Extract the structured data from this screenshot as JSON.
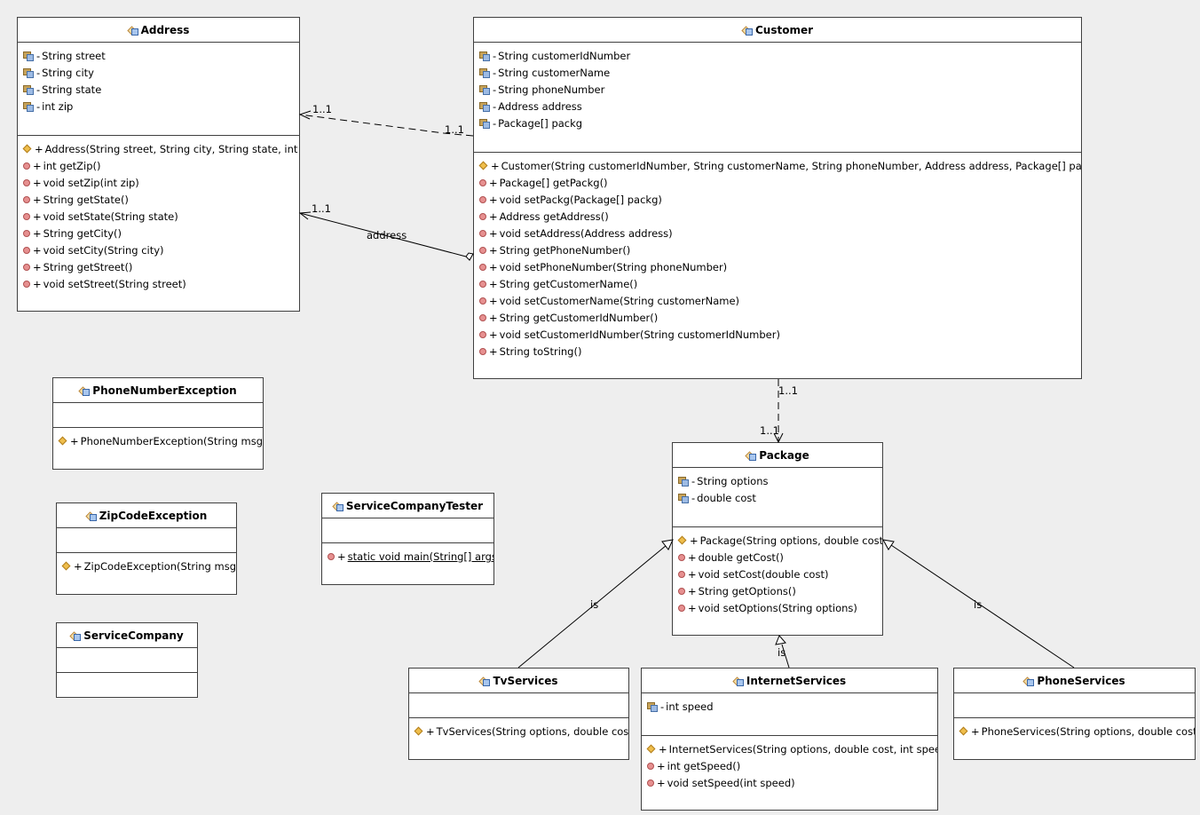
{
  "classes": {
    "address": {
      "name": "Address",
      "fields": [
        {
          "vis": "-",
          "text": "String street"
        },
        {
          "vis": "-",
          "text": "String city"
        },
        {
          "vis": "-",
          "text": "String state"
        },
        {
          "vis": "-",
          "text": "int zip"
        }
      ],
      "methods": [
        {
          "kind": "ctor",
          "vis": "+",
          "text": "Address(String street, String city, String state, int zip)"
        },
        {
          "kind": "method",
          "vis": "+",
          "text": "int getZip()"
        },
        {
          "kind": "method",
          "vis": "+",
          "text": "void setZip(int zip)"
        },
        {
          "kind": "method",
          "vis": "+",
          "text": "String getState()"
        },
        {
          "kind": "method",
          "vis": "+",
          "text": "void setState(String state)"
        },
        {
          "kind": "method",
          "vis": "+",
          "text": "String getCity()"
        },
        {
          "kind": "method",
          "vis": "+",
          "text": "void setCity(String city)"
        },
        {
          "kind": "method",
          "vis": "+",
          "text": "String getStreet()"
        },
        {
          "kind": "method",
          "vis": "+",
          "text": "void setStreet(String street)"
        }
      ]
    },
    "customer": {
      "name": "Customer",
      "fields": [
        {
          "vis": "-",
          "text": "String customerIdNumber"
        },
        {
          "vis": "-",
          "text": "String customerName"
        },
        {
          "vis": "-",
          "text": "String phoneNumber"
        },
        {
          "vis": "-",
          "text": "Address address"
        },
        {
          "vis": "-",
          "text": "Package[] packg"
        }
      ],
      "methods": [
        {
          "kind": "ctor",
          "vis": "+",
          "text": "Customer(String customerIdNumber, String customerName, String phoneNumber, Address address, Package[] packg)"
        },
        {
          "kind": "method",
          "vis": "+",
          "text": "Package[] getPackg()"
        },
        {
          "kind": "method",
          "vis": "+",
          "text": "void setPackg(Package[] packg)"
        },
        {
          "kind": "method",
          "vis": "+",
          "text": "Address getAddress()"
        },
        {
          "kind": "method",
          "vis": "+",
          "text": "void setAddress(Address address)"
        },
        {
          "kind": "method",
          "vis": "+",
          "text": "String getPhoneNumber()"
        },
        {
          "kind": "method",
          "vis": "+",
          "text": "void setPhoneNumber(String phoneNumber)"
        },
        {
          "kind": "method",
          "vis": "+",
          "text": "String getCustomerName()"
        },
        {
          "kind": "method",
          "vis": "+",
          "text": "void setCustomerName(String customerName)"
        },
        {
          "kind": "method",
          "vis": "+",
          "text": "String getCustomerIdNumber()"
        },
        {
          "kind": "method",
          "vis": "+",
          "text": "void setCustomerIdNumber(String customerIdNumber)"
        },
        {
          "kind": "method",
          "vis": "+",
          "text": "String toString()"
        }
      ]
    },
    "phone_number_exception": {
      "name": "PhoneNumberException",
      "fields": [],
      "methods": [
        {
          "kind": "ctor",
          "vis": "+",
          "text": "PhoneNumberException(String msg)"
        }
      ]
    },
    "zip_code_exception": {
      "name": "ZipCodeException",
      "fields": [],
      "methods": [
        {
          "kind": "ctor",
          "vis": "+",
          "text": "ZipCodeException(String msg)"
        }
      ]
    },
    "service_company": {
      "name": "ServiceCompany",
      "fields": [],
      "methods": []
    },
    "service_company_tester": {
      "name": "ServiceCompanyTester",
      "fields": [],
      "methods": [
        {
          "kind": "method",
          "vis": "+",
          "text": "static void main(String[] args)",
          "underline": true
        }
      ]
    },
    "package": {
      "name": "Package",
      "fields": [
        {
          "vis": "-",
          "text": "String options"
        },
        {
          "vis": "-",
          "text": "double cost"
        }
      ],
      "methods": [
        {
          "kind": "ctor",
          "vis": "+",
          "text": "Package(String options, double cost)"
        },
        {
          "kind": "method",
          "vis": "+",
          "text": "double getCost()"
        },
        {
          "kind": "method",
          "vis": "+",
          "text": "void setCost(double cost)"
        },
        {
          "kind": "method",
          "vis": "+",
          "text": "String getOptions()"
        },
        {
          "kind": "method",
          "vis": "+",
          "text": "void setOptions(String options)"
        }
      ]
    },
    "tv_services": {
      "name": "TvServices",
      "fields": [],
      "methods": [
        {
          "kind": "ctor",
          "vis": "+",
          "text": "TvServices(String options, double cost)"
        }
      ]
    },
    "internet_services": {
      "name": "InternetServices",
      "fields": [
        {
          "vis": "-",
          "text": "int speed"
        }
      ],
      "methods": [
        {
          "kind": "ctor",
          "vis": "+",
          "text": "InternetServices(String options, double cost, int speed)"
        },
        {
          "kind": "method",
          "vis": "+",
          "text": "int getSpeed()"
        },
        {
          "kind": "method",
          "vis": "+",
          "text": "void setSpeed(int speed)"
        }
      ]
    },
    "phone_services": {
      "name": "PhoneServices",
      "fields": [],
      "methods": [
        {
          "kind": "ctor",
          "vis": "+",
          "text": "PhoneServices(String options, double cost)"
        }
      ]
    }
  },
  "relations": {
    "customer_address_dependency": {
      "from_mult": "1..1",
      "to_mult": "1..1"
    },
    "customer_address_aggregation": {
      "role": "address",
      "mult": "1..1"
    },
    "customer_package_dependency": {
      "from_mult": "1..1",
      "to_mult": "1..1"
    },
    "tv_is_package": {
      "label": "is"
    },
    "internet_is_package": {
      "label": "is"
    },
    "phone_is_package": {
      "label": "is"
    }
  }
}
